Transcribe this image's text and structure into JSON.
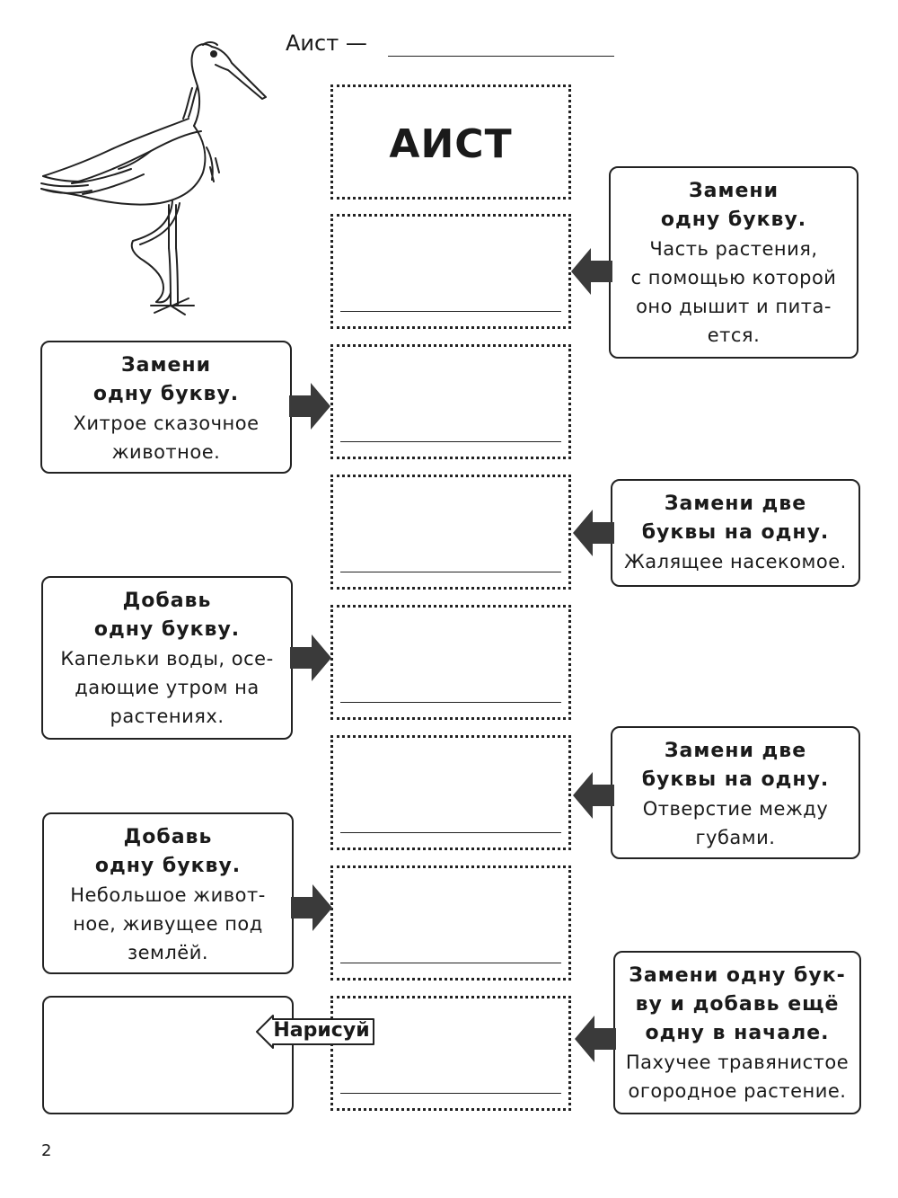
{
  "header": {
    "label": "Аист —"
  },
  "start_word": "АИСТ",
  "clues": [
    {
      "heading": "Замени\nодну букву.",
      "text": "Часть растения,\nс помощью которой\nоно дышит и пита-\nется."
    },
    {
      "heading": "Замени\nодну букву.",
      "text": "Хитрое сказочное\nживотное."
    },
    {
      "heading": "Замени две\nбуквы на одну.",
      "text": "Жалящее насекомое."
    },
    {
      "heading": "Добавь\nодну букву.",
      "text": "Капельки воды, осе-\nдающие утром на\nрастениях."
    },
    {
      "heading": "Замени две\nбуквы на одну.",
      "text": "Отверстие между\nгубами."
    },
    {
      "heading": "Добавь\nодну букву.",
      "text": "Небольшое живот-\nное, живущее под\nземлёй."
    },
    {
      "heading": "Замени одну бук-\nву и добавь ещё\nодну в начале.",
      "text": "Пахучее травянистое\nогородное растение."
    }
  ],
  "draw_label": "Нарисуй",
  "page_number": "2"
}
